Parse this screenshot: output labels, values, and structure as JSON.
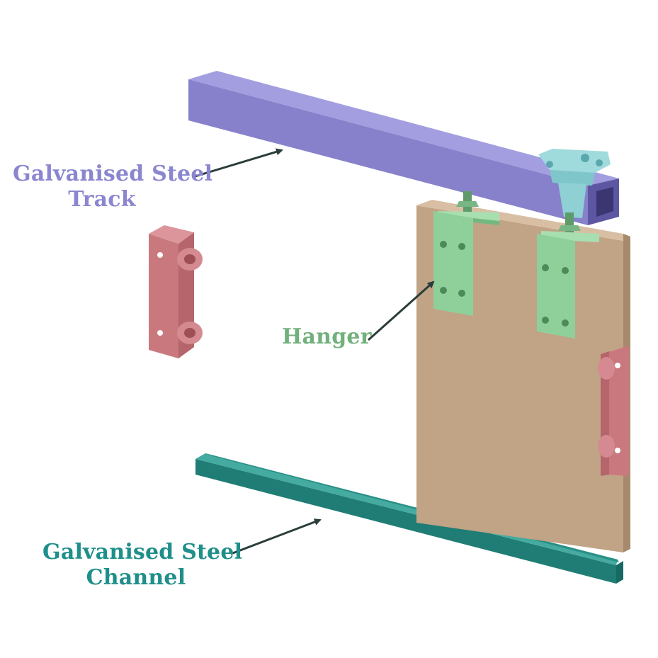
{
  "labels": {
    "track": {
      "line1": "Galvanised Steel",
      "line2": "Track",
      "color": "#8a86cf"
    },
    "hanger": {
      "text": "Hanger",
      "color": "#72b07c"
    },
    "channel": {
      "line1": "Galvanised Steel",
      "line2": "Channel",
      "color": "#1e8f8a"
    }
  },
  "colors": {
    "track": "#8781cc",
    "hanger": "#8fd09a",
    "door": "#c1a385",
    "channel": "#2a8f86",
    "bracket": "#c9797e",
    "trolley": "#8ed0d4",
    "arrow": "#2a3d3a"
  }
}
